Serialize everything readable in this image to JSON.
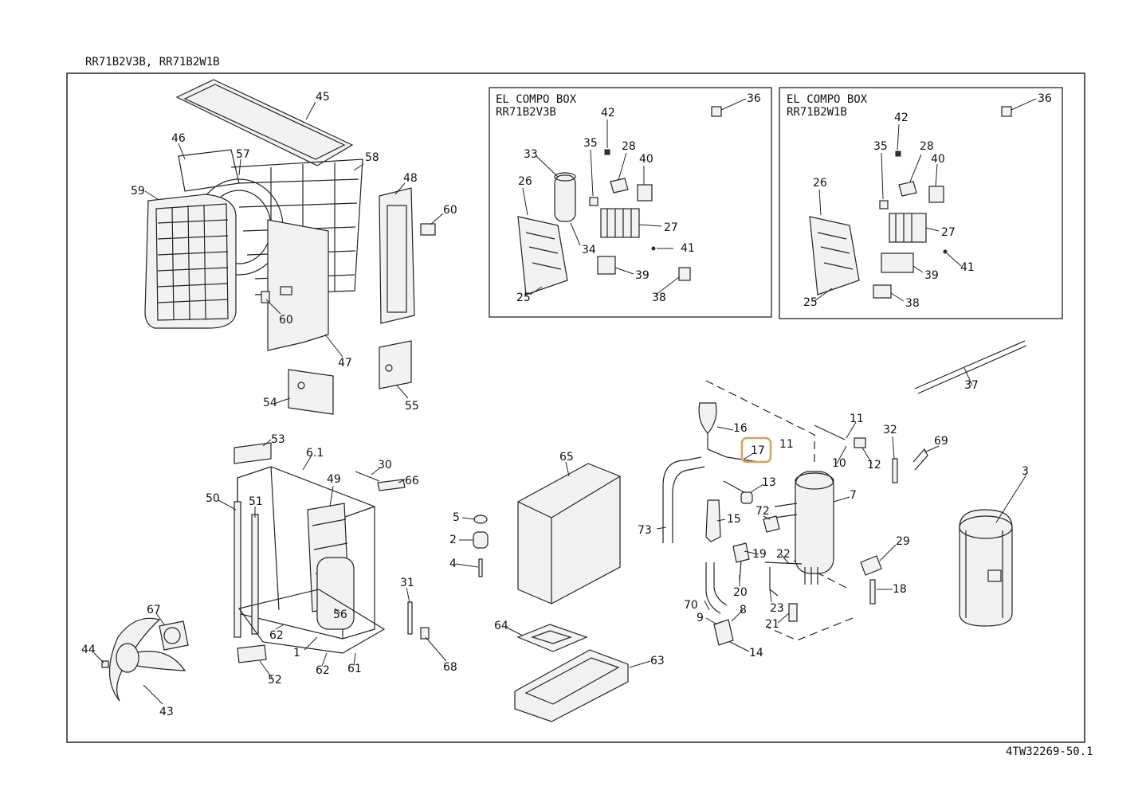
{
  "header": {
    "model_title": "RR71B2V3B, RR71B2W1B"
  },
  "footer": {
    "drawing_code": "4TW32269-50.1"
  },
  "el_compo_box_left": {
    "title": "EL COMPO BOX",
    "model": "RR71B2V3B"
  },
  "el_compo_box_right": {
    "title": "EL COMPO BOX",
    "model": "RR71B2W1B"
  },
  "highlight": {
    "label": "17",
    "color": "#d6a15a"
  },
  "callouts": {
    "c45": "45",
    "c46": "46",
    "c57": "57",
    "c58": "58",
    "c48": "48",
    "c59": "59",
    "c60a": "60",
    "c60b": "60",
    "c47": "47",
    "c54": "54",
    "c55": "55",
    "b36": "36",
    "b42": "42",
    "b35": "35",
    "b28": "28",
    "b40": "40",
    "b33": "33",
    "b26": "26",
    "b27": "27",
    "b34": "34",
    "b41": "41",
    "b39": "39",
    "b38": "38",
    "b25": "25",
    "r36": "36",
    "r42": "42",
    "r35": "35",
    "r28": "28",
    "r40": "40",
    "r26": "26",
    "r27": "27",
    "r41": "41",
    "r39": "39",
    "r38": "38",
    "r25": "25",
    "c37": "37",
    "c16": "16",
    "c11a": "11",
    "c11b": "11",
    "c10": "10",
    "c12": "12",
    "c32": "32",
    "c69": "69",
    "c3": "3",
    "c13": "13",
    "c7": "7",
    "c65": "65",
    "c72": "72",
    "c15": "15",
    "c73": "73",
    "c19": "19",
    "c22": "22",
    "c29": "29",
    "c20": "20",
    "c23": "23",
    "c18": "18",
    "c70": "70",
    "c8": "8",
    "c9": "9",
    "c21": "21",
    "c14": "14",
    "c53": "53",
    "c61a": "6.1",
    "c30": "30",
    "c66": "66",
    "c49": "49",
    "c50": "50",
    "c51": "51",
    "c5": "5",
    "c2": "2",
    "c4": "4",
    "c31": "31",
    "c67": "67",
    "c56": "56",
    "c44": "44",
    "c62a": "62",
    "c1": "1",
    "c62b": "62",
    "c61": "61",
    "c68": "68",
    "c52": "52",
    "c43": "43",
    "c64": "64",
    "c63": "63"
  }
}
